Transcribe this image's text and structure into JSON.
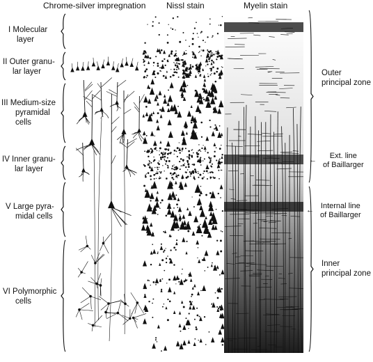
{
  "columns": {
    "chrome_silver": "Chrome-silver impregnation",
    "nissl": "Nissl stain",
    "myelin": "Myelin stain"
  },
  "layers": [
    {
      "numeral": "I",
      "lines": [
        "I Molecular",
        "layer"
      ]
    },
    {
      "numeral": "II",
      "lines": [
        "II Outer granu-",
        "lar layer"
      ]
    },
    {
      "numeral": "III",
      "lines": [
        "III Medium-size",
        "pyramidal",
        "cells"
      ]
    },
    {
      "numeral": "IV",
      "lines": [
        "IV Inner granu-",
        "lar layer"
      ]
    },
    {
      "numeral": "V",
      "lines": [
        "V Large pyra-",
        "midal cells"
      ]
    },
    {
      "numeral": "VI",
      "lines": [
        "VI Polymorphic",
        "cells"
      ]
    }
  ],
  "zones": {
    "outer": [
      "Outer",
      "principal zone"
    ],
    "inner": [
      "Inner",
      "principal zone"
    ]
  },
  "lines_of_baillarger": {
    "external": [
      "Ext. line",
      "of Baillarger"
    ],
    "internal": [
      "Internal line",
      "of Baillarger"
    ]
  },
  "colors": {
    "ink": "#111111",
    "background": "#ffffff"
  }
}
